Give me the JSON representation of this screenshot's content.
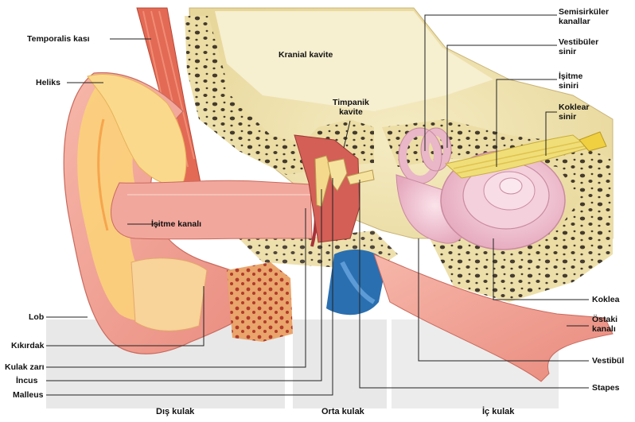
{
  "labels": {
    "temporalis": "Temporalis kası",
    "heliks": "Heliks",
    "kranial": "Kranial kavite",
    "timpanik_1": "Timpanik",
    "timpanik_2": "kavite",
    "semisirkuler_1": "Semisirküler",
    "semisirkuler_2": "kanallar",
    "vestibuler_1": "Vestibüler",
    "vestibuler_2": "sinir",
    "isitme_siniri_1": "İşitme",
    "isitme_siniri_2": "siniri",
    "koklear_1": "Koklear",
    "koklear_2": "sinir",
    "isitme_kanali": "İşitme kanalı",
    "lob": "Lob",
    "kikirdak": "Kıkırdak",
    "kulak_zari": "Kulak zarı",
    "incus": "İncus",
    "malleus": "Malleus",
    "koklea": "Koklea",
    "ostaki_1": "Östaki",
    "ostaki_2": "kanalı",
    "vestibul": "Vestibül",
    "stapes": "Stapes"
  },
  "sections": {
    "dis": "Dış kulak",
    "orta": "Orta kulak",
    "ic": "İç kulak"
  },
  "colors": {
    "bone": "#efe2b0",
    "skin": "#f2a79c",
    "cartilage": "#fbd27a",
    "muscle": "#e36a55",
    "cochlea": "#f2c4d4",
    "nerve": "#f0de78",
    "eustachian_blue": "#2a6fb0"
  }
}
